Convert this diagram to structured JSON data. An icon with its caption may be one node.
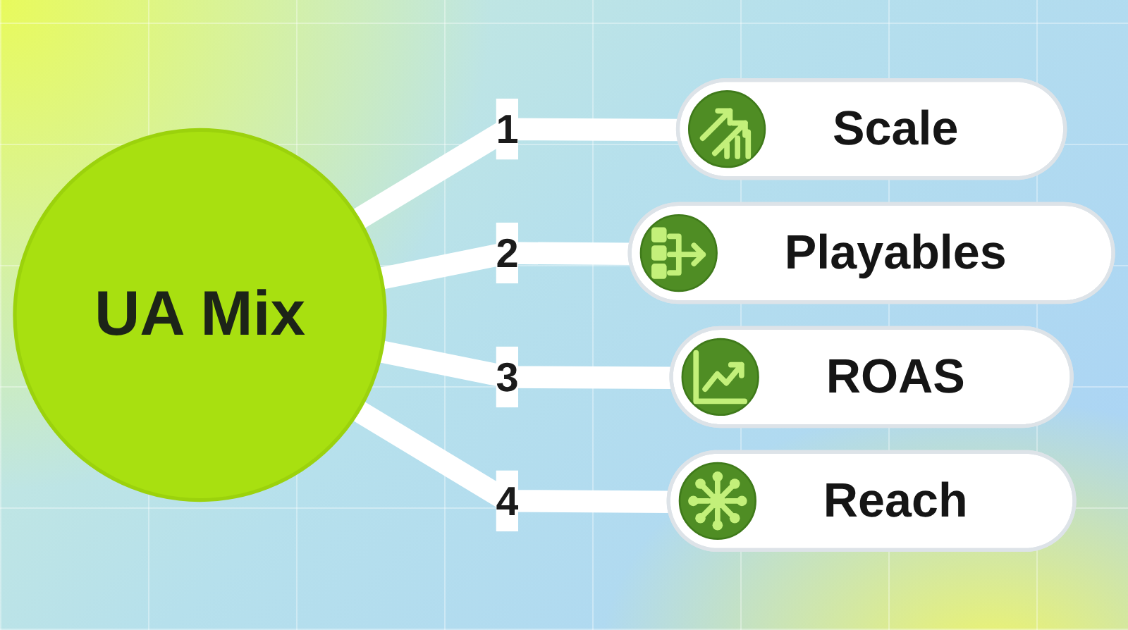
{
  "diagram": {
    "nodes": [
      {
        "text": [
          "UA Mix"
        ]
      },
      {
        "text": [
          "Scale"
        ]
      },
      {
        "text": [
          "Playables"
        ]
      },
      {
        "text": [
          "ROAS"
        ]
      },
      {
        "text": [
          "Reach"
        ]
      }
    ],
    "edges": [
      {
        "from": 0,
        "to": 1,
        "arrow": "none",
        "label": "1"
      },
      {
        "from": 0,
        "to": 2,
        "arrow": "none",
        "label": "2"
      },
      {
        "from": 0,
        "to": 3,
        "arrow": "none",
        "label": "3"
      },
      {
        "from": 0,
        "to": 4,
        "arrow": "none",
        "label": "4"
      }
    ]
  }
}
